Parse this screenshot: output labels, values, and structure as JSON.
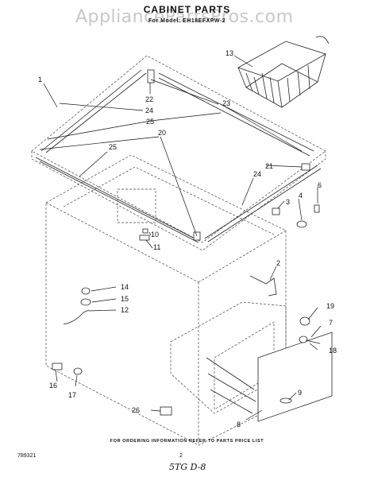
{
  "header": {
    "watermark": "AppliancePartsPros.com",
    "title": "CABINET PARTS",
    "subtitle": "For Model: EH18EFXPW-2"
  },
  "footer": {
    "note": "FOR ORDERING INFORMATION REFER TO PARTS PRICE LIST",
    "code": "789321",
    "page_number": "2",
    "handwritten_mark": "5TG D-8"
  },
  "callouts": [
    "1",
    "13",
    "22",
    "24",
    "23",
    "25",
    "20",
    "25",
    "21",
    "24",
    "4",
    "6",
    "3",
    "10",
    "11",
    "2",
    "14",
    "15",
    "12",
    "19",
    "7",
    "18",
    "16",
    "17",
    "9",
    "26",
    "8"
  ]
}
